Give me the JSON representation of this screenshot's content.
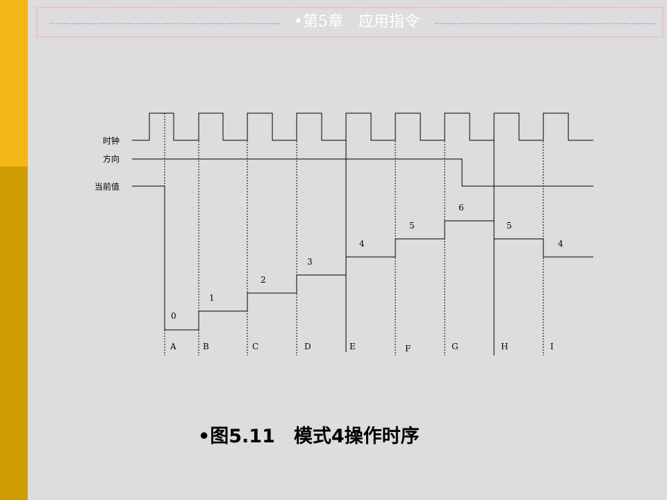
{
  "header": {
    "title": "•第5章　应用指令"
  },
  "diagram": {
    "signals": {
      "clock": "时钟",
      "direction": "方向",
      "current_value": "当前值"
    },
    "values": [
      "0",
      "1",
      "2",
      "3",
      "4",
      "5",
      "6",
      "5",
      "4"
    ],
    "points": [
      "A",
      "B",
      "C",
      "D",
      "E",
      "F",
      "G",
      "H",
      "I"
    ]
  },
  "caption": "•图5.11　模式4操作时序",
  "colors": {
    "sidebar_top": "#f2b715",
    "sidebar_bottom": "#d09c03",
    "background": "#dddddd"
  }
}
